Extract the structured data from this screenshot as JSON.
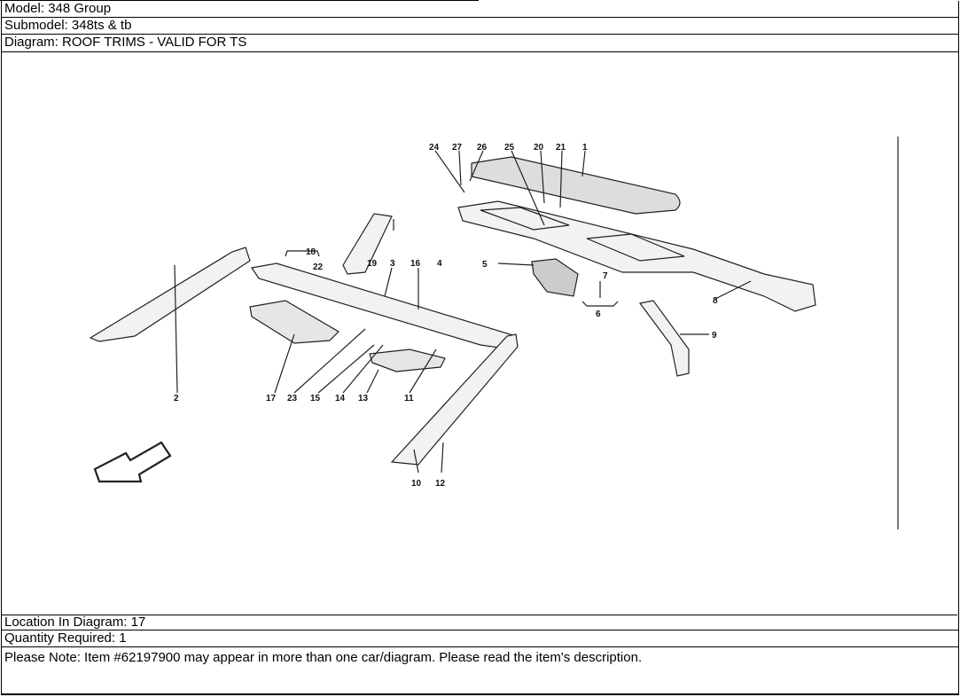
{
  "header": {
    "model": "Model: 348 Group",
    "submodel": "Submodel: 348ts & tb",
    "diagram": "Diagram: ROOF TRIMS - VALID FOR TS"
  },
  "diagram": {
    "callouts": [
      "24",
      "27",
      "26",
      "25",
      "20",
      "21",
      "1",
      "18",
      "22",
      "19",
      "3",
      "16",
      "4",
      "5",
      "7",
      "6",
      "8",
      "9",
      "2",
      "17",
      "23",
      "15",
      "14",
      "13",
      "11",
      "10",
      "12"
    ]
  },
  "footer": {
    "location": "Location In Diagram: 17",
    "quantity": "Quantity Required: 1",
    "note": "Please Note: Item #62197900 may appear in more than one car/diagram. Please read the item's description."
  }
}
